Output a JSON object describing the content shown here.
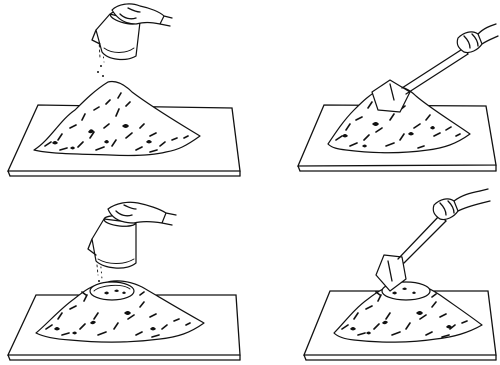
{
  "figure": {
    "panels": [
      {
        "id": "p1",
        "action": "pouring-water-on-pile"
      },
      {
        "id": "p2",
        "action": "mixing-with-shovel"
      },
      {
        "id": "p3",
        "action": "pouring-water-into-crater"
      },
      {
        "id": "p4",
        "action": "mixing-crater-with-shovel"
      }
    ],
    "ink_color": "#111111",
    "paper_color": "#ffffff"
  }
}
